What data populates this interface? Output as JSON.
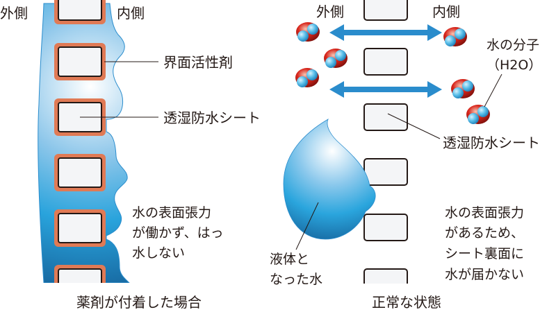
{
  "left_panel": {
    "outside_label": "外側",
    "inside_label": "内側",
    "surfactant_label": "界面活性剤",
    "sheet_label": "透湿防水シート",
    "note_lines": [
      "水の表面張力",
      "が働かず、はっ",
      "水しない"
    ],
    "caption": "薬剤が付着した場合"
  },
  "right_panel": {
    "outside_label": "外側",
    "inside_label": "内側",
    "molecule_label_lines": [
      "水の分子",
      "（H2O）"
    ],
    "sheet_label": "透湿防水シート",
    "droplet_label_lines": [
      "液体と",
      "なった水"
    ],
    "note_lines": [
      "水の表面張力",
      "があるため、",
      "シート裏面に",
      "水が届かない"
    ],
    "caption": "正常な状態"
  },
  "colors": {
    "water_dark": "#1a6ea8",
    "water_mid": "#2aa5dd",
    "arrow": "#2a8ccc",
    "sheet_border_orange": "#e07a55",
    "oxygen_red": "#d8261c",
    "hydrogen_blue": "#5cc0ea"
  }
}
